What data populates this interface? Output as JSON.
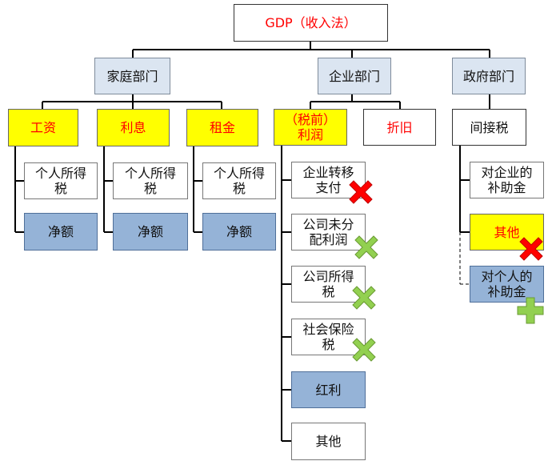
{
  "root": {
    "label": "GDP（收入法）"
  },
  "sectors": {
    "household": "家庭部门",
    "enterprise": "企业部门",
    "government": "政府部门"
  },
  "household_items": {
    "wages": "工资",
    "interest": "利息",
    "rent": "租金",
    "income_tax": "个人所得\n税",
    "net": "净额"
  },
  "enterprise_items": {
    "pretax_profit": "（税前）\n利润",
    "depreciation": "折旧",
    "transfer_payments": "企业转移\n支付",
    "retained_earnings": "公司未分\n配利润",
    "corporate_tax": "公司所得\n税",
    "social_security_tax": "社会保险\n税",
    "dividends": "红利",
    "other": "其他"
  },
  "government_items": {
    "indirect_tax": "间接税",
    "enterprise_subsidy": "对企业的\n补助金",
    "other": "其他",
    "personal_subsidy": "对个人的\n补助金"
  },
  "colors": {
    "highlight_yellow": "#ffff00",
    "highlight_text_red": "#ff0000",
    "net_blue": "#95b3d7",
    "sector_fill": "#dbe5f1",
    "cross_red": "#ff0000",
    "cross_green": "#92d050",
    "plus_green": "#92d050"
  },
  "marks": {
    "exclude": "red-x-icon",
    "include": "green-x-icon",
    "add": "green-plus-icon"
  }
}
